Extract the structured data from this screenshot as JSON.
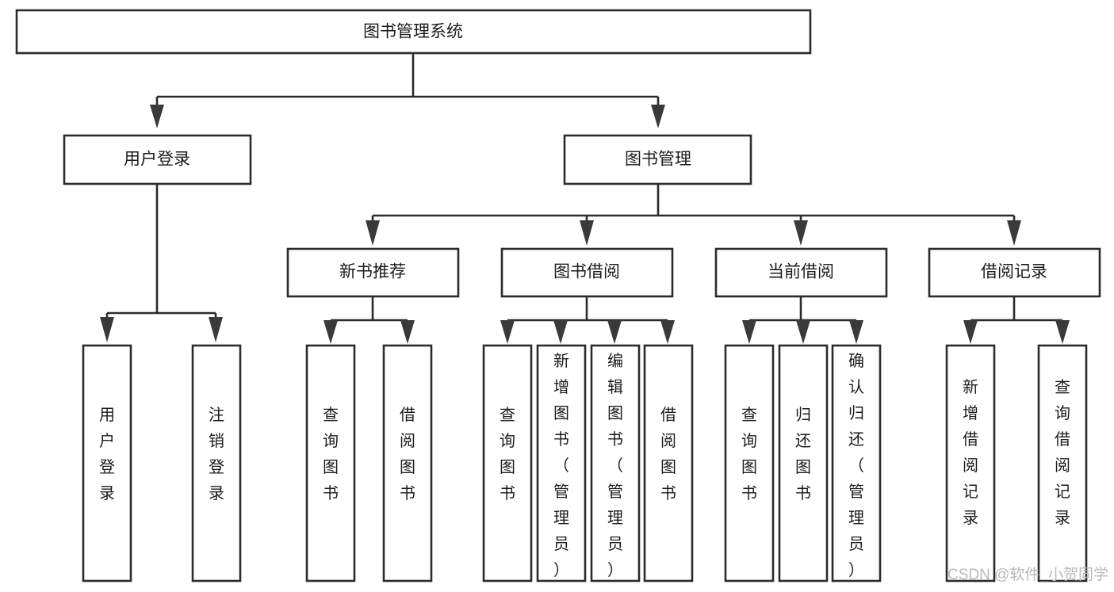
{
  "diagram": {
    "title": "图书管理系统",
    "type": "tree-hierarchy",
    "root": {
      "id": "root",
      "label": "图书管理系统",
      "orientation": "horizontal"
    },
    "level2": [
      {
        "id": "user-login",
        "label": "用户登录",
        "orientation": "horizontal"
      },
      {
        "id": "book-manage",
        "label": "图书管理",
        "orientation": "horizontal"
      }
    ],
    "level3": [
      {
        "id": "new-book-recommend",
        "label": "新书推荐",
        "orientation": "horizontal",
        "parent": "book-manage"
      },
      {
        "id": "book-borrow",
        "label": "图书借阅",
        "orientation": "horizontal",
        "parent": "book-manage"
      },
      {
        "id": "current-borrow",
        "label": "当前借阅",
        "orientation": "horizontal",
        "parent": "book-manage"
      },
      {
        "id": "borrow-record",
        "label": "借阅记录",
        "orientation": "horizontal",
        "parent": "book-manage"
      }
    ],
    "leaves": [
      {
        "id": "leaf-user-login",
        "label": "用户登录",
        "orientation": "vertical",
        "parent": "user-login"
      },
      {
        "id": "leaf-user-logout",
        "label": "注销登录",
        "orientation": "vertical",
        "parent": "user-login"
      },
      {
        "id": "leaf-query-book-1",
        "label": "查询图书",
        "orientation": "vertical",
        "parent": "new-book-recommend"
      },
      {
        "id": "leaf-borrow-book-1",
        "label": "借阅图书",
        "orientation": "vertical",
        "parent": "new-book-recommend"
      },
      {
        "id": "leaf-query-book-2",
        "label": "查询图书",
        "orientation": "vertical",
        "parent": "book-borrow"
      },
      {
        "id": "leaf-add-book",
        "label": "新增图书（管理员）",
        "orientation": "vertical",
        "parent": "book-borrow"
      },
      {
        "id": "leaf-edit-book",
        "label": "编辑图书（管理员）",
        "orientation": "vertical",
        "parent": "book-borrow"
      },
      {
        "id": "leaf-borrow-book-2",
        "label": "借阅图书",
        "orientation": "vertical",
        "parent": "book-borrow"
      },
      {
        "id": "leaf-query-book-3",
        "label": "查询图书",
        "orientation": "vertical",
        "parent": "current-borrow"
      },
      {
        "id": "leaf-return-book",
        "label": "归还图书",
        "orientation": "vertical",
        "parent": "current-borrow"
      },
      {
        "id": "leaf-confirm-return",
        "label": "确认归还（管理员）",
        "orientation": "vertical",
        "parent": "current-borrow"
      },
      {
        "id": "leaf-add-record",
        "label": "新增借阅记录",
        "orientation": "vertical",
        "parent": "borrow-record"
      },
      {
        "id": "leaf-query-record",
        "label": "查询借阅记录",
        "orientation": "vertical",
        "parent": "borrow-record"
      }
    ],
    "watermark": "CSDN @软件_小贺同学",
    "colors": {
      "box_stroke": "#2b2b2b",
      "box_fill": "#ffffff",
      "text": "#1b1b1b",
      "watermark": "#b9b9b9",
      "background": "#ffffff"
    }
  }
}
